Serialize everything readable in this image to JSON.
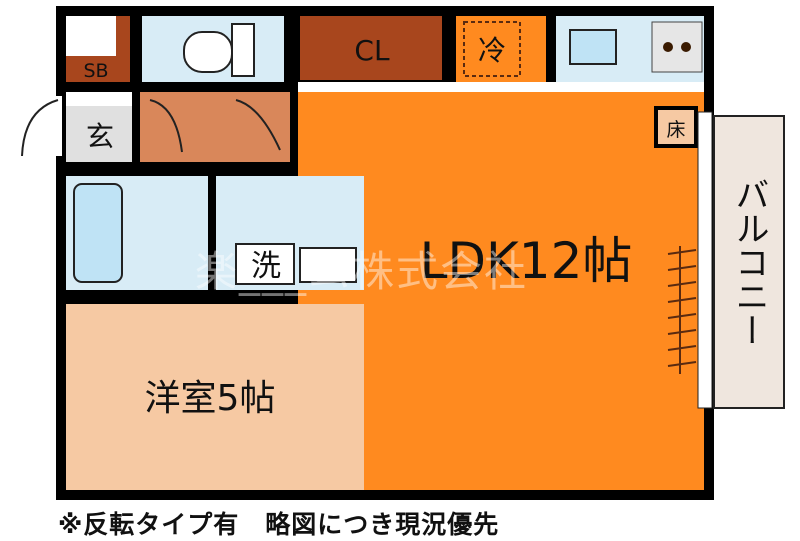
{
  "rooms": {
    "ldk": "LDK12帖",
    "western_room": "洋室5帖",
    "closet": "CL",
    "refrigerator": "冷",
    "shoe_box": "SB",
    "entrance": "玄",
    "washer": "洗",
    "floor_storage": "床",
    "balcony": "バルコニー"
  },
  "watermark": "楽___ム株式会社",
  "note": "※反転タイプ有　略図につき現況優先",
  "colors": {
    "ldk": "#ff8a1f",
    "western_room": "#f6c9a3",
    "wet_area": "#d8ecf6",
    "closet": "#a8461d",
    "hallway": "#d9875a",
    "entrance": "#e0e0e0",
    "balcony": "#efe6de",
    "wall": "#000000"
  }
}
